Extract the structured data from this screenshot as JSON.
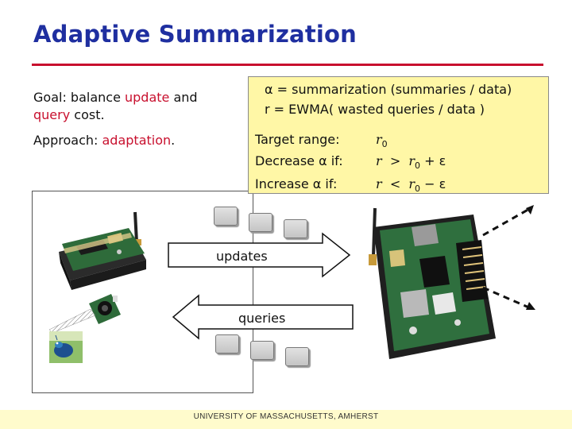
{
  "slide": {
    "title": "Adaptive Summarization",
    "goal": {
      "prefix": "Goal: balance ",
      "update": "update",
      "and": " and",
      "query": "query",
      "suffix": " cost."
    },
    "approach": {
      "prefix": "Approach: ",
      "adaptation": "adaptation",
      "suffix": "."
    },
    "infobox": {
      "alpha_line": "α = summarization (summaries / data)",
      "r_line": "r = EWMA( wasted queries / data )",
      "rows": [
        {
          "label": "Target range:",
          "cond": "r",
          "sub": "0",
          "tail": ""
        },
        {
          "label": "Decrease α if:",
          "cond": "r  >  r",
          "sub": "0",
          "tail": " + ε"
        },
        {
          "label": "Increase α if:",
          "cond": "r  <  r",
          "sub": "0",
          "tail": " − ε"
        }
      ]
    },
    "arrows": {
      "updates": "updates",
      "queries": "queries"
    },
    "footer": "UNIVERSITY OF MASSACHUSETTS, AMHERST"
  },
  "colors": {
    "title": "#1f2fa0",
    "accent": "#c8102e",
    "infobox_bg": "#fff7a6",
    "footer_bg": "#fffbcc"
  },
  "icons": [
    "sensor-board-icon",
    "camera-icon",
    "peacock-photo-icon",
    "gateway-board-icon",
    "message-icon"
  ]
}
